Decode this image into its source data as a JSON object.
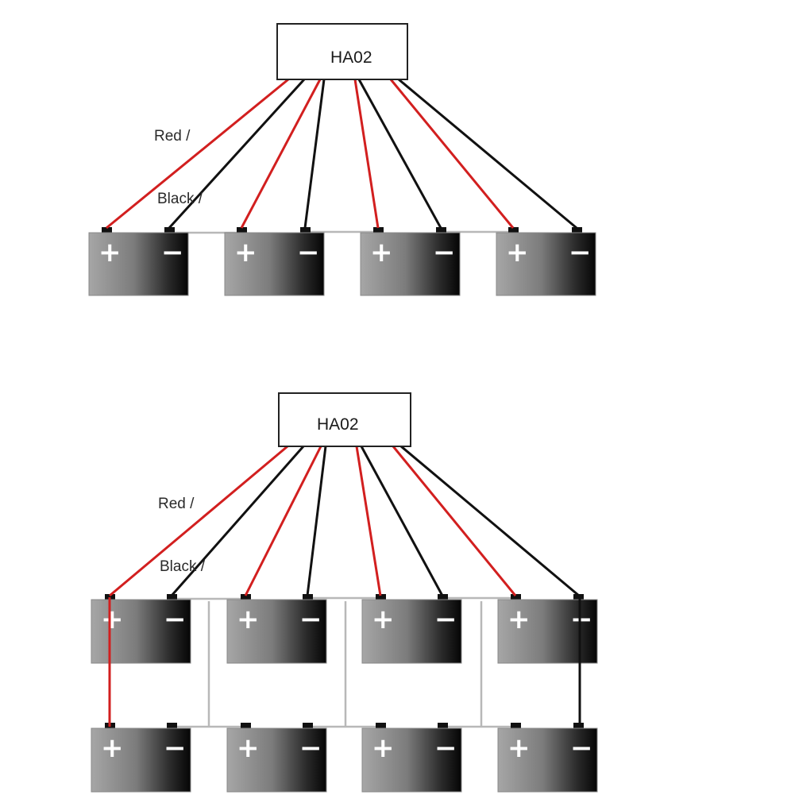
{
  "diagrams": [
    {
      "box_label": "HA02",
      "wire_labels": {
        "red": "Red /",
        "black": "Black /"
      },
      "rows": 1,
      "batteries_per_row": 4
    },
    {
      "box_label": "HA02",
      "wire_labels": {
        "red": "Red /",
        "black": "Black /"
      },
      "rows": 2,
      "batteries_per_row": 4
    }
  ],
  "terminal_signs": {
    "positive": "+",
    "negative": "−"
  },
  "colors": {
    "red_wire": "#d21f1f",
    "black_wire": "#111111",
    "bus_bar": "#b8b8b8",
    "battery_light": "#9a9a9a",
    "battery_dark": "#0a0a0a"
  }
}
